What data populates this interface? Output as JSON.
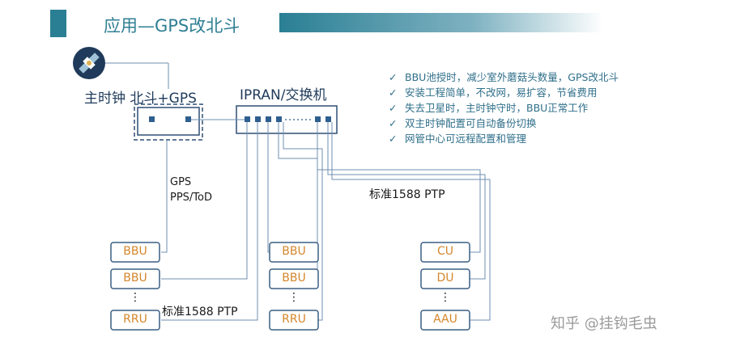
{
  "slide": {
    "title": "应用—GPS改北斗"
  },
  "clock": {
    "label": "主时钟 北斗+GPS"
  },
  "switch": {
    "label": "IPRAN/交换机"
  },
  "links": {
    "gps_line1": "GPS",
    "gps_line2": "PPS/ToD",
    "ptp_upper": "标准1588 PTP",
    "ptp_lower": "标准1588 PTP"
  },
  "left_group": {
    "box1": "BBU",
    "box2": "BBU",
    "ellipsis": "⋮",
    "box3": "RRU"
  },
  "middle_group": {
    "box1": "BBU",
    "box2": "BBU",
    "ellipsis": "⋮",
    "box3": "RRU"
  },
  "right_group": {
    "box1": "CU",
    "box2": "DU",
    "ellipsis": "⋮",
    "box3": "AAU"
  },
  "bullets": [
    "BBU池授时，减少室外蘑菇头数量，GPS改北斗",
    "安装工程简单，不改网，易扩容，节省费用",
    "失去卫星时，主时钟守时，BBU正常工作",
    "双主时钟配置可自动备份切换",
    "网管中心可远程配置和管理"
  ],
  "check_mark": "✓",
  "watermark": "知乎 @挂钩毛虫",
  "colors": {
    "accent_teal": "#2f7f93",
    "line_blue": "#6f8fb0",
    "box_border": "#3a5f84",
    "label_orange": "#d4862a",
    "bullet_text": "#2f6f8a"
  }
}
